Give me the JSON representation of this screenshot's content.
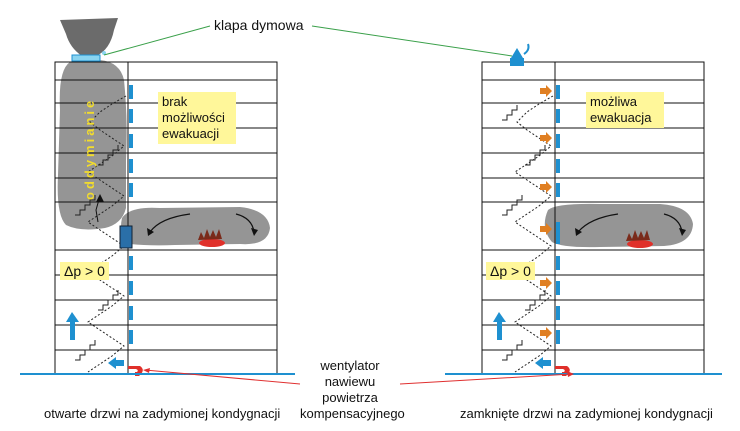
{
  "labels": {
    "smoke_damper": "klapa dymowa",
    "fan_line1": "wentylator nawiewu",
    "fan_line2": "powietrza",
    "fan_line3": "kompensacyjnego",
    "caption_left": "otwarte drzwi na zadymionej kondygnacji",
    "caption_right": "zamknięte drzwi na zadymionej kondygnacji"
  },
  "left_building": {
    "note_line1": "brak",
    "note_line2": "możliwości",
    "note_line3": "ewakuacji",
    "pressure": "Δp > 0",
    "vertical_text": "oddymianie"
  },
  "right_building": {
    "note_line1": "możliwa",
    "note_line2": "ewakuacja",
    "pressure": "Δp > 0"
  },
  "colors": {
    "smoke": "#8c8c8c",
    "door": "#1e90d0",
    "arrow": "#e07f22",
    "fire": "#e0302a",
    "note": "#fff79a",
    "leader_green": "#3aa04a",
    "leader_red": "#e03030",
    "ground": "#1e90d0"
  }
}
